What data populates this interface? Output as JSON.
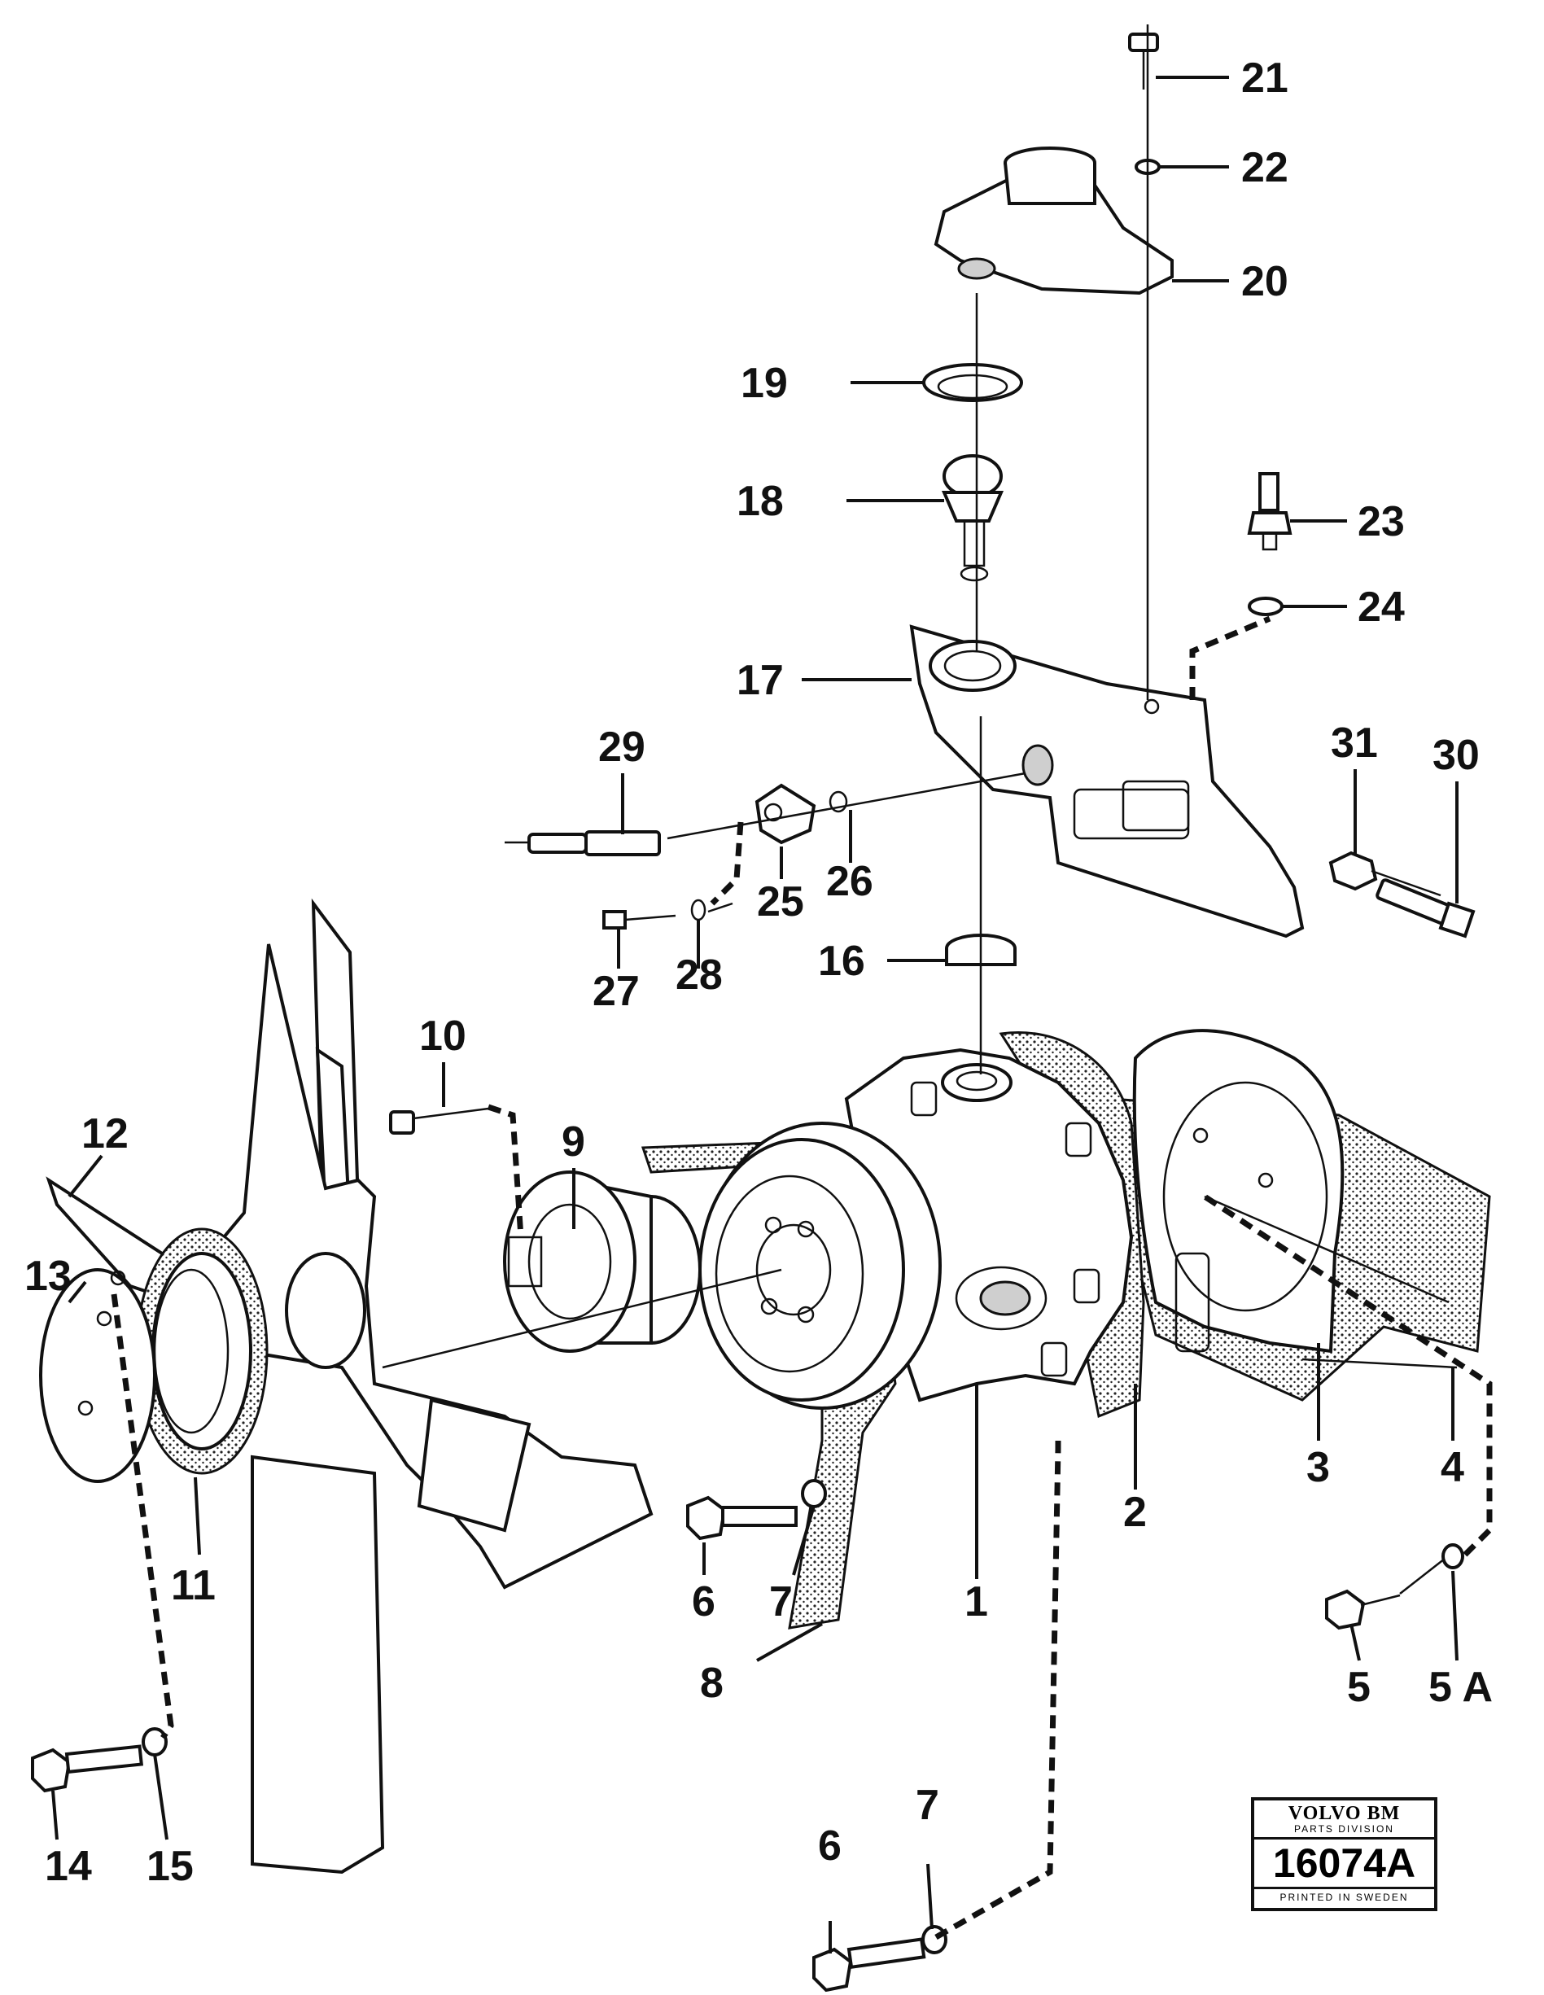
{
  "labels": {
    "l1": "1",
    "l2": "2",
    "l3": "3",
    "l4": "4",
    "l5": "5",
    "l5a": "5 A",
    "l6a": "6",
    "l6b": "6",
    "l7a": "7",
    "l7b": "7",
    "l8": "8",
    "l9": "9",
    "l10": "10",
    "l11": "11",
    "l12": "12",
    "l13": "13",
    "l14": "14",
    "l15": "15",
    "l16": "16",
    "l17": "17",
    "l18": "18",
    "l19": "19",
    "l20": "20",
    "l21": "21",
    "l22": "22",
    "l23": "23",
    "l24": "24",
    "l25": "25",
    "l26": "26",
    "l27": "27",
    "l28": "28",
    "l29": "29",
    "l30": "30",
    "l31": "31"
  },
  "stamp": {
    "brand": "VOLVO BM",
    "division": "PARTS DIVISION",
    "number": "16074A",
    "printed": "PRINTED IN SWEDEN"
  }
}
